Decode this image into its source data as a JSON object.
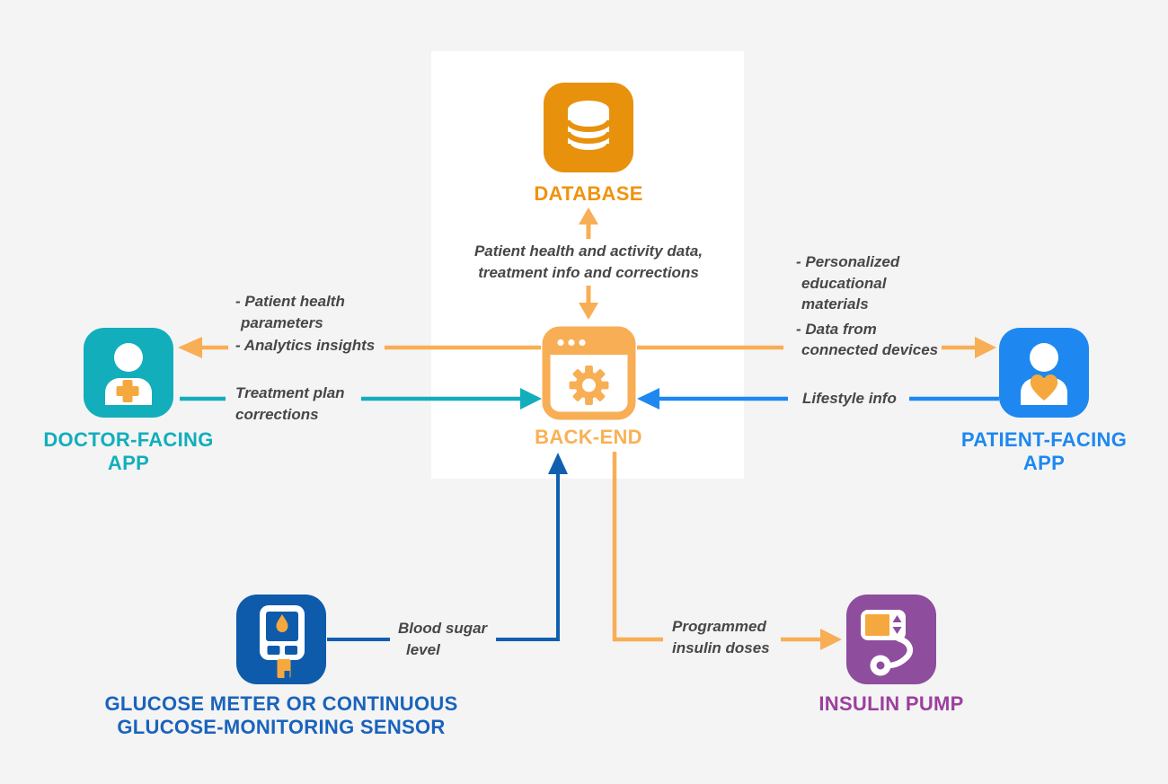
{
  "diagram": {
    "background": "#f4f4f4",
    "panel_color": "#ffffff",
    "colors": {
      "arrow_orange": "#F8AE55",
      "dark_orange": "#E8910D",
      "teal": "#12AEBB",
      "bright_blue": "#1E88F0",
      "dark_blue": "#0E5BAB",
      "purple": "#8F4D9E",
      "accent_orange": "#F5A83D",
      "note_text": "#474747"
    },
    "nodes": {
      "database": {
        "label": "DATABASE",
        "color": "#E8910D",
        "label_color": "#F0930D"
      },
      "backend": {
        "label": "BACK-END",
        "color": "#F8AE55",
        "label_color": "#F9B155"
      },
      "doctor_app": {
        "label_line1": "DOCTOR-FACING",
        "label_line2": "APP",
        "color": "#12AEBB"
      },
      "patient_app": {
        "label_line1": "PATIENT-FACING",
        "label_line2": "APP",
        "color": "#1E88F0"
      },
      "glucose_meter": {
        "label_line1": "GLUCOSE METER OR CONTINUOUS",
        "label_line2": "GLUCOSE-MONITORING SENSOR",
        "color": "#0E5BAB",
        "label_color": "#1A63BC"
      },
      "insulin_pump": {
        "label": "INSULIN PUMP",
        "color": "#8F4D9E",
        "label_color": "#9C3F9F"
      }
    },
    "flows": {
      "backend_db": {
        "line1": "Patient health and activity data,",
        "line2": "treatment info and corrections"
      },
      "backend_to_doctor": {
        "line1": "- Patient health",
        "line2": "parameters",
        "line3": "- Analytics insights"
      },
      "doctor_to_backend": {
        "line1": "Treatment plan",
        "line2": "corrections"
      },
      "backend_to_patient": {
        "line1": "- Personalized",
        "line2": "educational",
        "line3": "materials",
        "line4": "- Data from",
        "line5": "connected devices"
      },
      "patient_to_backend": {
        "label": "Lifestyle info"
      },
      "meter_to_backend": {
        "line1": "Blood sugar",
        "line2": "level"
      },
      "backend_to_pump": {
        "line1": "Programmed",
        "line2": "insulin doses"
      }
    }
  }
}
